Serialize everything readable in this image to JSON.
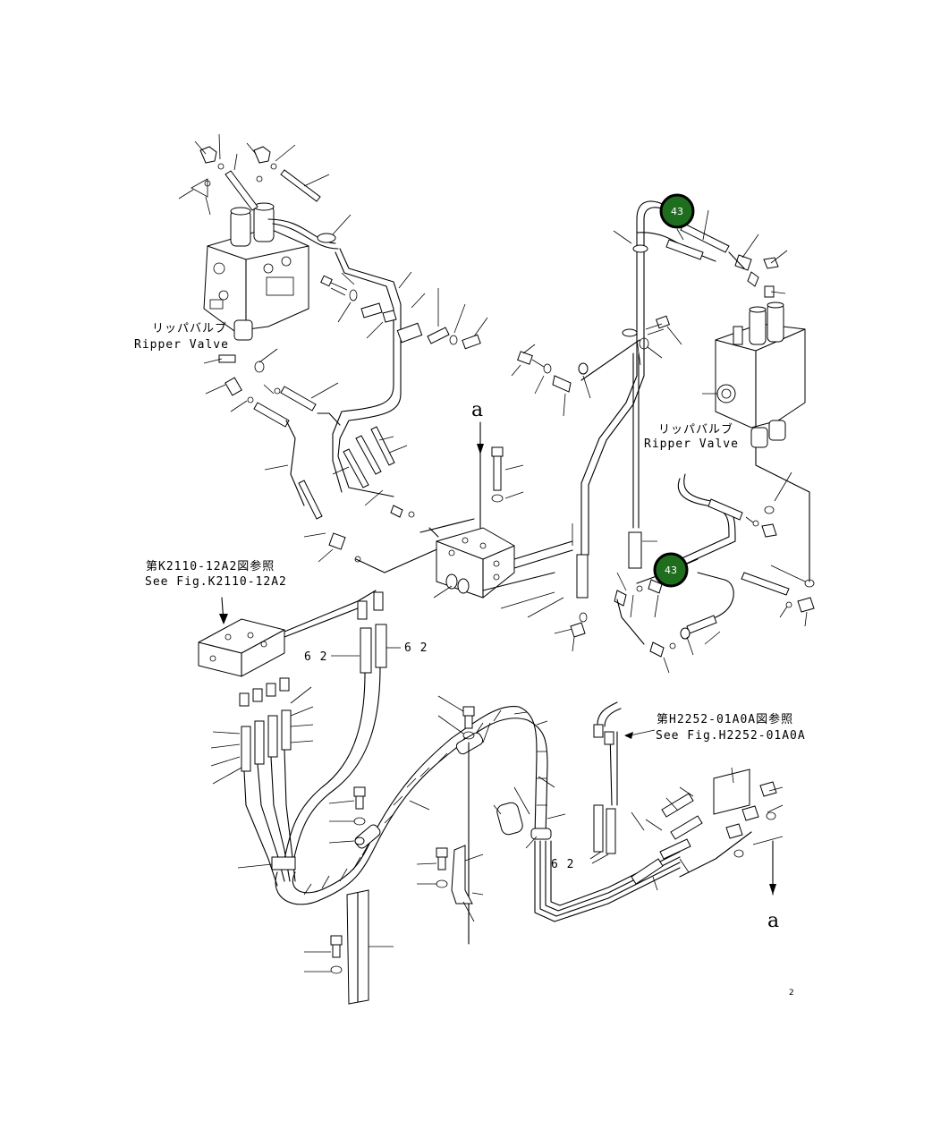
{
  "labels": {
    "ripper_valve_jp_left": "リッパバルブ",
    "ripper_valve_en_left": "Ripper Valve",
    "ripper_valve_jp_right": "リッパバルブ",
    "ripper_valve_en_right": "Ripper Valve",
    "ref_k_jp": "第K2110-12A2図参照",
    "ref_k_en": "See Fig.K2110-12A2",
    "ref_h_jp": "第H2252-01A0A図参照",
    "ref_h_en": "See Fig.H2252-01A0A",
    "part_62_a": "6 2",
    "part_62_b": "6 2",
    "part_62_c": "6 2",
    "arrow_a_top": "a",
    "arrow_a_bottom": "a",
    "page_no": "2"
  },
  "callouts": [
    {
      "number": "43"
    },
    {
      "number": "43"
    }
  ],
  "colors": {
    "callout_fill": "#1e6e1e",
    "line": "#000000",
    "background": "#ffffff"
  }
}
